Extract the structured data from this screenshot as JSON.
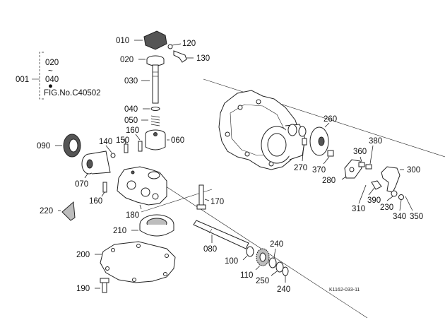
{
  "diagram": {
    "figure_code": "K1162-033-11",
    "reference": {
      "item": "001",
      "range_top": "020",
      "range_sep": "~",
      "range_bottom": "040",
      "bullet": "●",
      "fig": "FIG.No.C40502"
    },
    "labels": {
      "p010": "010",
      "p020": "020",
      "p030": "030",
      "p040": "040",
      "p050": "050",
      "p060": "060",
      "p070": "070",
      "p080": "080",
      "p090": "090",
      "p100": "100",
      "p110": "110",
      "p120": "120",
      "p130": "130",
      "p140": "140",
      "p150": "150",
      "p160a": "160",
      "p160b": "160",
      "p170": "170",
      "p180": "180",
      "p190": "190",
      "p200": "200",
      "p210": "210",
      "p220": "220",
      "p230": "230",
      "p240a": "240",
      "p240b": "240",
      "p250": "250",
      "p260": "260",
      "p270": "270",
      "p280": "280",
      "p300": "300",
      "p310": "310",
      "p340": "340",
      "p350": "350",
      "p360": "360",
      "p370": "370",
      "p380": "380",
      "p390": "390"
    }
  }
}
